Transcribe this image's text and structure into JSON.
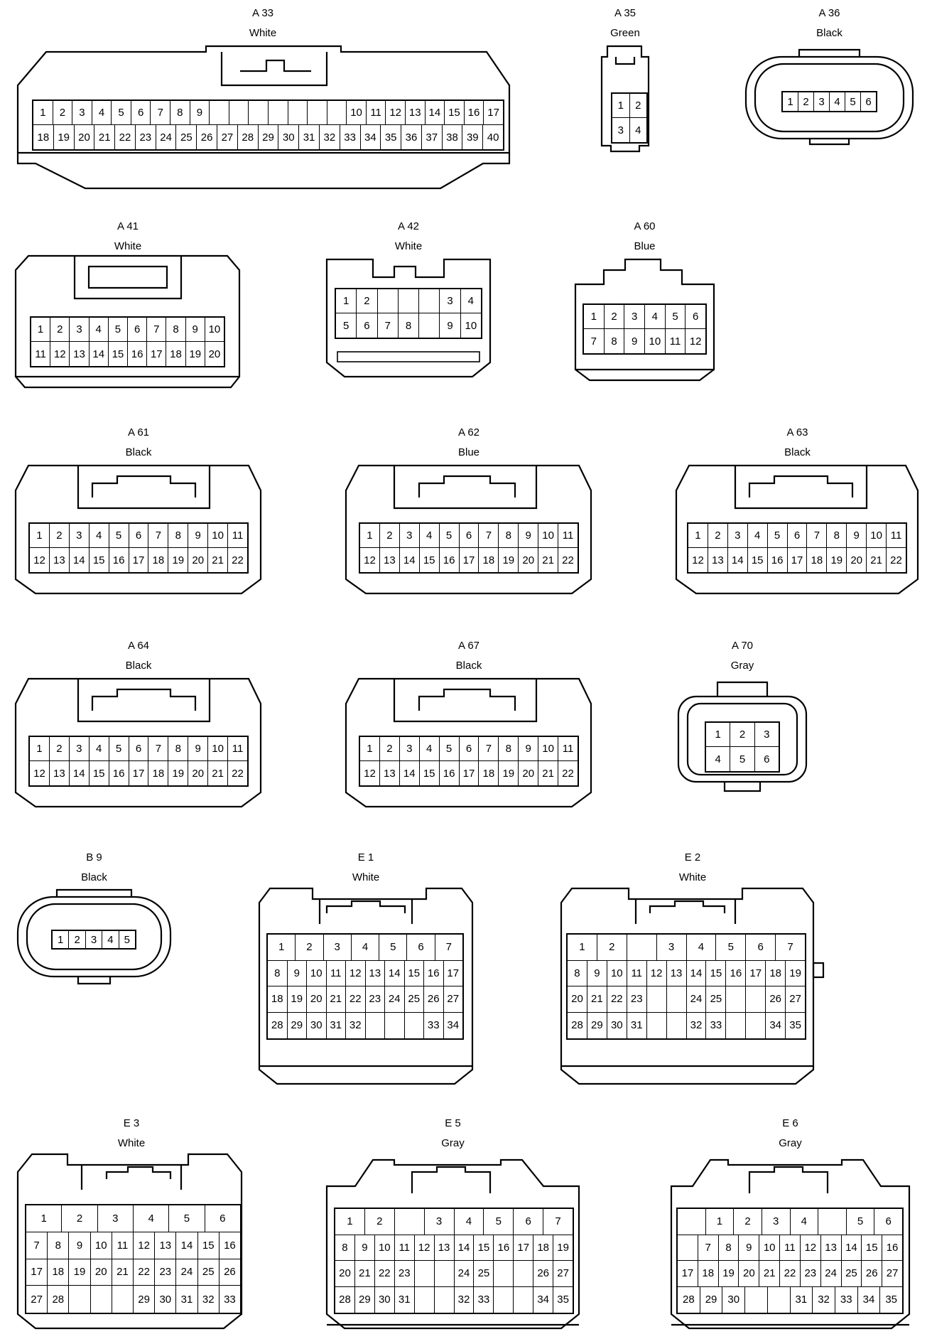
{
  "connectors": [
    {
      "id": "A33",
      "code": "A 33",
      "color": "White",
      "rows": [
        [
          "1",
          "2",
          "3",
          "4",
          "5",
          "6",
          "7",
          "8",
          "9",
          "",
          "",
          "",
          "",
          "",
          "",
          "",
          "10",
          "11",
          "12",
          "13",
          "14",
          "15",
          "16",
          "17"
        ],
        [
          "18",
          "19",
          "20",
          "21",
          "22",
          "23",
          "24",
          "25",
          "26",
          "27",
          "28",
          "29",
          "30",
          "31",
          "32",
          "33",
          "34",
          "35",
          "36",
          "37",
          "38",
          "39",
          "40"
        ]
      ]
    },
    {
      "id": "A35",
      "code": "A 35",
      "color": "Green",
      "rows": [
        [
          "1",
          "2"
        ],
        [
          "3",
          "4"
        ]
      ]
    },
    {
      "id": "A36",
      "code": "A 36",
      "color": "Black",
      "rows": [
        [
          "1",
          "2",
          "3",
          "4",
          "5",
          "6"
        ]
      ]
    },
    {
      "id": "A41",
      "code": "A 41",
      "color": "White",
      "rows": [
        [
          "1",
          "2",
          "3",
          "4",
          "5",
          "6",
          "7",
          "8",
          "9",
          "10"
        ],
        [
          "11",
          "12",
          "13",
          "14",
          "15",
          "16",
          "17",
          "18",
          "19",
          "20"
        ]
      ]
    },
    {
      "id": "A42",
      "code": "A 42",
      "color": "White",
      "rows": [
        [
          "1",
          "2",
          "",
          "",
          "",
          "3",
          "4"
        ],
        [
          "5",
          "6",
          "7",
          "8",
          "",
          "9",
          "10"
        ]
      ]
    },
    {
      "id": "A60",
      "code": "A 60",
      "color": "Blue",
      "rows": [
        [
          "1",
          "2",
          "3",
          "4",
          "5",
          "6"
        ],
        [
          "7",
          "8",
          "9",
          "10",
          "11",
          "12"
        ]
      ]
    },
    {
      "id": "A61",
      "code": "A 61",
      "color": "Black",
      "rows": [
        [
          "1",
          "2",
          "3",
          "4",
          "5",
          "6",
          "7",
          "8",
          "9",
          "10",
          "11"
        ],
        [
          "12",
          "13",
          "14",
          "15",
          "16",
          "17",
          "18",
          "19",
          "20",
          "21",
          "22"
        ]
      ]
    },
    {
      "id": "A62",
      "code": "A 62",
      "color": "Blue",
      "rows": [
        [
          "1",
          "2",
          "3",
          "4",
          "5",
          "6",
          "7",
          "8",
          "9",
          "10",
          "11"
        ],
        [
          "12",
          "13",
          "14",
          "15",
          "16",
          "17",
          "18",
          "19",
          "20",
          "21",
          "22"
        ]
      ]
    },
    {
      "id": "A63",
      "code": "A 63",
      "color": "Black",
      "rows": [
        [
          "1",
          "2",
          "3",
          "4",
          "5",
          "6",
          "7",
          "8",
          "9",
          "10",
          "11"
        ],
        [
          "12",
          "13",
          "14",
          "15",
          "16",
          "17",
          "18",
          "19",
          "20",
          "21",
          "22"
        ]
      ]
    },
    {
      "id": "A64",
      "code": "A 64",
      "color": "Black",
      "rows": [
        [
          "1",
          "2",
          "3",
          "4",
          "5",
          "6",
          "7",
          "8",
          "9",
          "10",
          "11"
        ],
        [
          "12",
          "13",
          "14",
          "15",
          "16",
          "17",
          "18",
          "19",
          "20",
          "21",
          "22"
        ]
      ]
    },
    {
      "id": "A67",
      "code": "A 67",
      "color": "Black",
      "rows": [
        [
          "1",
          "2",
          "3",
          "4",
          "5",
          "6",
          "7",
          "8",
          "9",
          "10",
          "11"
        ],
        [
          "12",
          "13",
          "14",
          "15",
          "16",
          "17",
          "18",
          "19",
          "20",
          "21",
          "22"
        ]
      ]
    },
    {
      "id": "A70",
      "code": "A 70",
      "color": "Gray",
      "rows": [
        [
          "1",
          "2",
          "3"
        ],
        [
          "4",
          "5",
          "6"
        ]
      ]
    },
    {
      "id": "B9",
      "code": "B 9",
      "color": "Black",
      "rows": [
        [
          "1",
          "2",
          "3",
          "4",
          "5"
        ]
      ]
    },
    {
      "id": "E1",
      "code": "E 1",
      "color": "White",
      "rows": [
        [
          "1",
          "2",
          "3",
          "4",
          "5",
          "6",
          "7"
        ],
        [
          "8",
          "9",
          "10",
          "11",
          "12",
          "13",
          "14",
          "15",
          "16",
          "17"
        ],
        [
          "18",
          "19",
          "20",
          "21",
          "22",
          "23",
          "24",
          "25",
          "26",
          "27"
        ],
        [
          "28",
          "29",
          "30",
          "31",
          "32",
          "",
          "",
          "",
          "33",
          "34"
        ]
      ]
    },
    {
      "id": "E2",
      "code": "E 2",
      "color": "White",
      "rows": [
        [
          "1",
          "2",
          "",
          "3",
          "4",
          "5",
          "6",
          "7"
        ],
        [
          "8",
          "9",
          "10",
          "11",
          "12",
          "13",
          "14",
          "15",
          "16",
          "17",
          "18",
          "19"
        ],
        [
          "20",
          "21",
          "22",
          "23",
          "",
          "",
          "24",
          "25",
          "",
          "",
          "26",
          "27"
        ],
        [
          "28",
          "29",
          "30",
          "31",
          "",
          "",
          "32",
          "33",
          "",
          "",
          "34",
          "35"
        ]
      ]
    },
    {
      "id": "E3",
      "code": "E 3",
      "color": "White",
      "rows": [
        [
          "1",
          "2",
          "3",
          "4",
          "5",
          "6"
        ],
        [
          "7",
          "8",
          "9",
          "10",
          "11",
          "12",
          "13",
          "14",
          "15",
          "16"
        ],
        [
          "17",
          "18",
          "19",
          "20",
          "21",
          "22",
          "23",
          "24",
          "25",
          "26"
        ],
        [
          "27",
          "28",
          "",
          "",
          "",
          "29",
          "30",
          "31",
          "32",
          "33"
        ]
      ]
    },
    {
      "id": "E5",
      "code": "E 5",
      "color": "Gray",
      "rows": [
        [
          "1",
          "2",
          "",
          "3",
          "4",
          "5",
          "6",
          "7"
        ],
        [
          "8",
          "9",
          "10",
          "11",
          "12",
          "13",
          "14",
          "15",
          "16",
          "17",
          "18",
          "19"
        ],
        [
          "20",
          "21",
          "22",
          "23",
          "",
          "",
          "24",
          "25",
          "",
          "",
          "26",
          "27"
        ],
        [
          "28",
          "29",
          "30",
          "31",
          "",
          "",
          "32",
          "33",
          "",
          "",
          "34",
          "35"
        ]
      ]
    },
    {
      "id": "E6",
      "code": "E 6",
      "color": "Gray",
      "rows": [
        [
          "",
          "1",
          "2",
          "3",
          "4",
          "",
          "5",
          "6"
        ],
        [
          "",
          "7",
          "8",
          "9",
          "10",
          "11",
          "12",
          "13",
          "14",
          "15",
          "16"
        ],
        [
          "17",
          "18",
          "19",
          "20",
          "21",
          "22",
          "23",
          "24",
          "25",
          "26",
          "27"
        ],
        [
          "28",
          "29",
          "30",
          "",
          "",
          "31",
          "32",
          "33",
          "34",
          "35"
        ]
      ]
    }
  ]
}
